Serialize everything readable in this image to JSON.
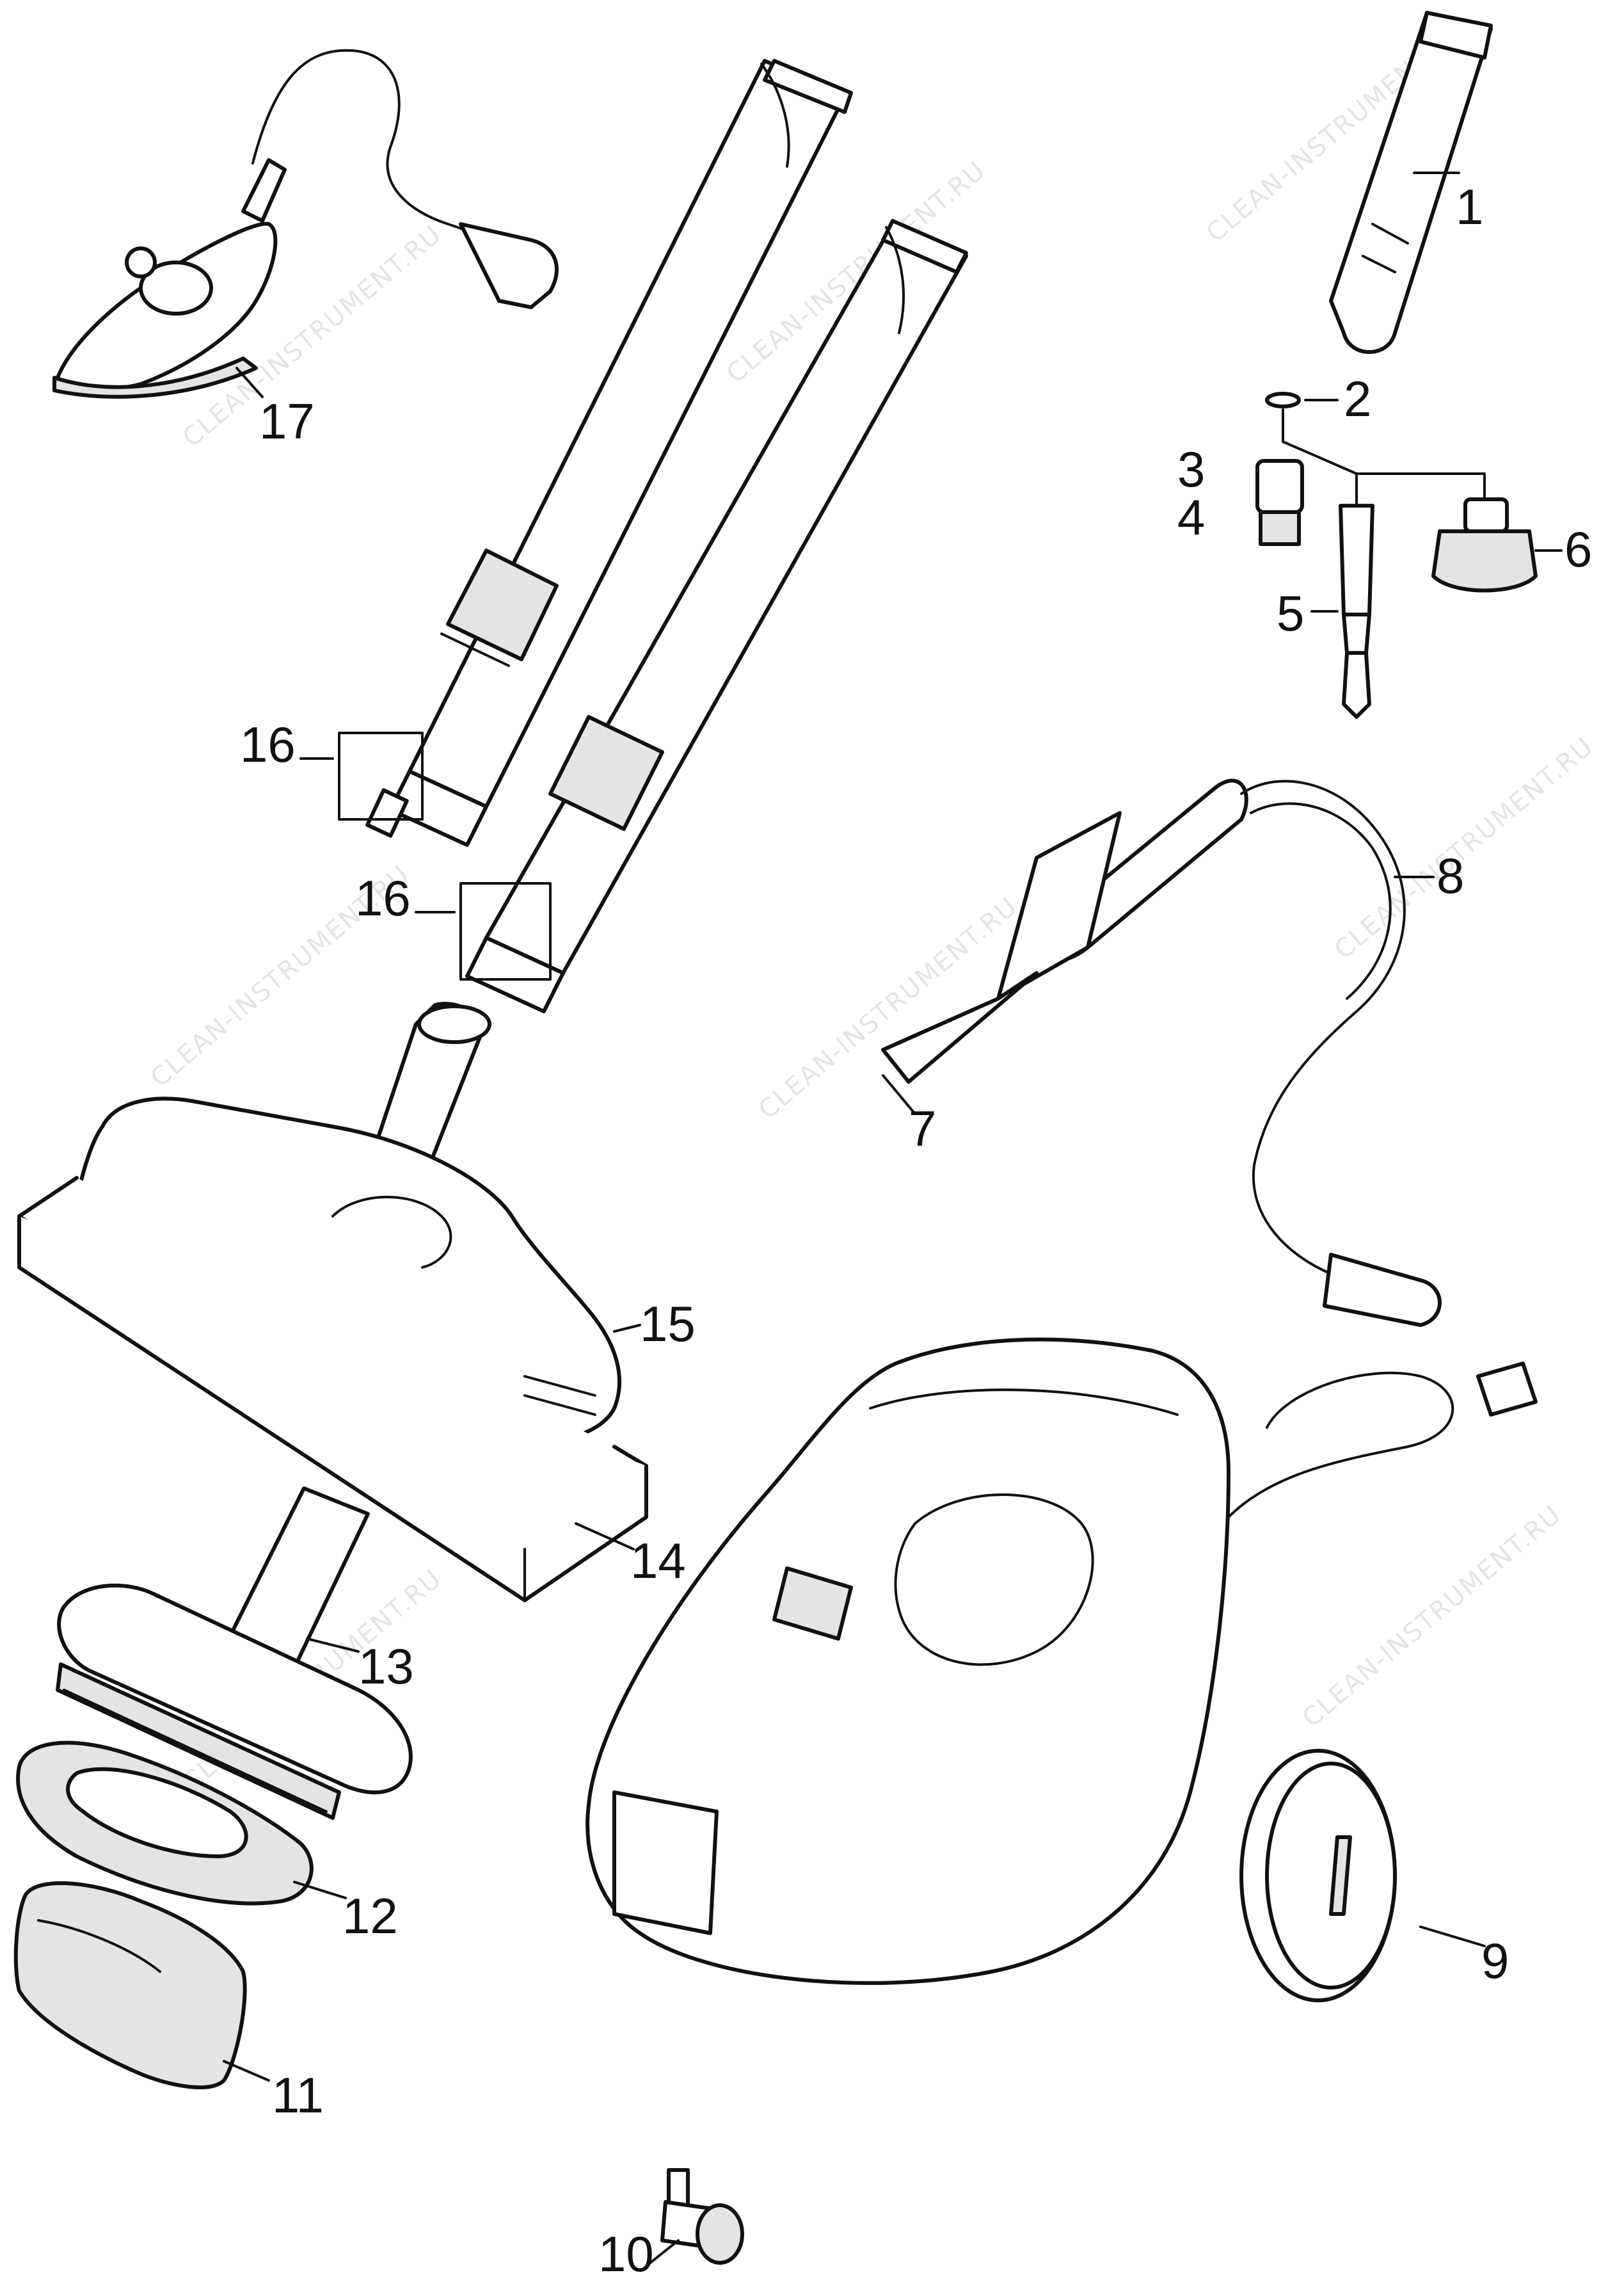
{
  "watermark": "CLEAN-INSTRUMENT.RU",
  "callouts": {
    "c1": "1",
    "c2": "2",
    "c3": "3",
    "c4": "4",
    "c5": "5",
    "c6": "6",
    "c7": "7",
    "c8": "8",
    "c9": "9",
    "c10": "10",
    "c11": "11",
    "c12": "12",
    "c13": "13",
    "c14": "14",
    "c15": "15",
    "c16a": "16",
    "c16b": "16",
    "c17": "17"
  },
  "colors": {
    "line": "#111111",
    "paper": "#ffffff",
    "shade": "#e4e4e4"
  }
}
